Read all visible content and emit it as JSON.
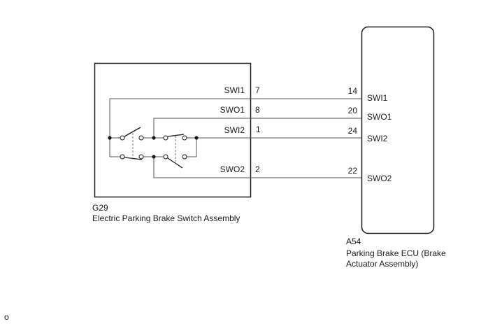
{
  "diagram": {
    "switch_assembly": {
      "code": "G29",
      "name": "Electric Parking Brake Switch Assembly",
      "pins": [
        {
          "signal": "SWI1",
          "pin": "7"
        },
        {
          "signal": "SWO1",
          "pin": "8"
        },
        {
          "signal": "SWI2",
          "pin": "1"
        },
        {
          "signal": "SWO2",
          "pin": "2"
        }
      ]
    },
    "ecu": {
      "code": "A54",
      "name_line1": "Parking Brake ECU (Brake",
      "name_line2": "Actuator Assembly)",
      "pins": [
        {
          "signal": "SWI1",
          "pin": "14"
        },
        {
          "signal": "SWO1",
          "pin": "20"
        },
        {
          "signal": "SWI2",
          "pin": "24"
        },
        {
          "signal": "SWO2",
          "pin": "22"
        }
      ]
    },
    "footer_mark": "o",
    "colors": {
      "line": "#1a1a1a",
      "wire": "#555555",
      "dash": "#777777"
    }
  }
}
